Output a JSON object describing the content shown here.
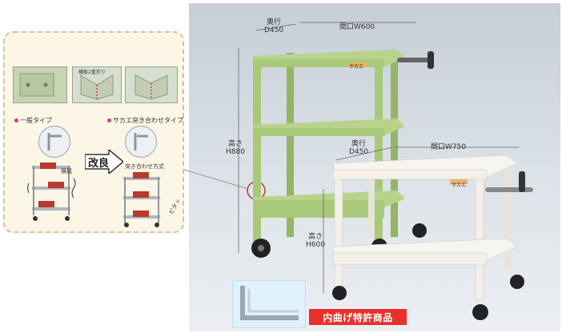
{
  "inset": {
    "label_general": "一般タイプ",
    "label_sakae": "サカエ突き合わせタイプ",
    "arrow_text": "改良",
    "label_sway": "横揺",
    "label_butt_method": "突き合わせ方式",
    "label_pita": "ピタッ",
    "label_bend": "横板2重折り"
  },
  "green_cart": {
    "depth": "奥行\nD450",
    "width": "間口W600",
    "height": "高さ\nH880",
    "color": "#a9c97a",
    "brand": "サカエ"
  },
  "white_cart": {
    "depth": "奥行\nD450",
    "width": "間口W750",
    "height": "高さ\nH600",
    "color": "#f2f0e8",
    "brand": "サカエ"
  },
  "patent_badge": "内曲げ特許商品",
  "colors": {
    "accent_red": "#e8302b",
    "bullet_pink": "#d33c8a"
  }
}
